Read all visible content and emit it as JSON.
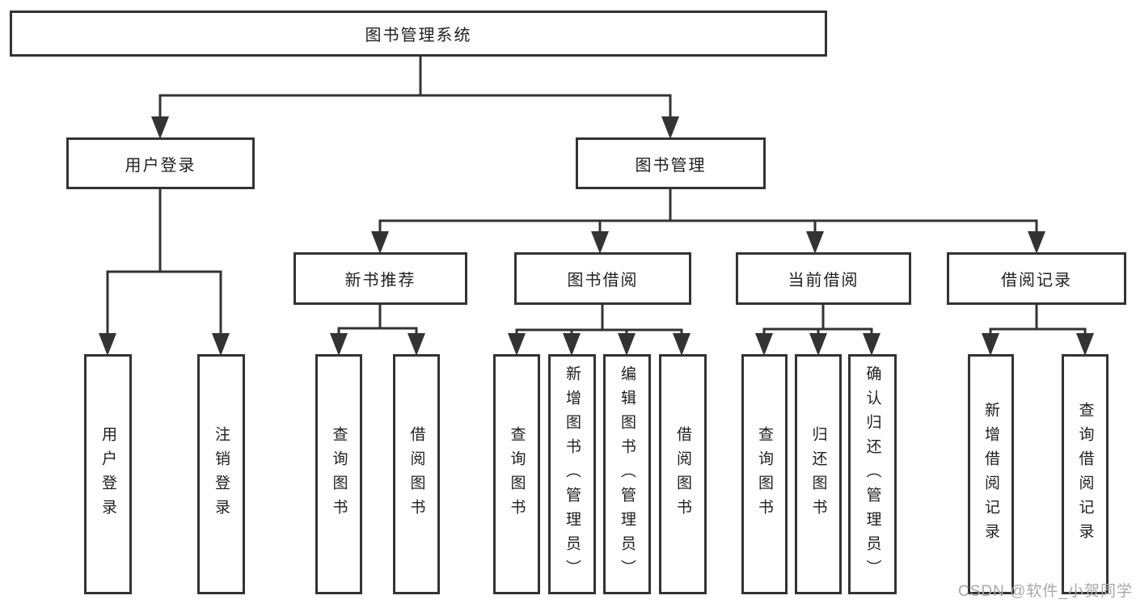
{
  "diagram": {
    "root": {
      "label": "图书管理系统"
    },
    "children": [
      {
        "label": "用户登录",
        "leaves": [
          {
            "label": "用户登录"
          },
          {
            "label": "注销登录"
          }
        ]
      },
      {
        "label": "图书管理",
        "children": [
          {
            "label": "新书推荐",
            "leaves": [
              {
                "label": "查询图书"
              },
              {
                "label": "借阅图书"
              }
            ]
          },
          {
            "label": "图书借阅",
            "leaves": [
              {
                "label": "查询图书"
              },
              {
                "label": "新增图书（管理员）"
              },
              {
                "label": "编辑图书（管理员）"
              },
              {
                "label": "借阅图书"
              }
            ]
          },
          {
            "label": "当前借阅",
            "leaves": [
              {
                "label": "查询图书"
              },
              {
                "label": "归还图书"
              },
              {
                "label": "确认归还（管理员）"
              }
            ]
          },
          {
            "label": "借阅记录",
            "leaves": [
              {
                "label": "新增借阅记录"
              },
              {
                "label": "查询借阅记录"
              }
            ]
          }
        ]
      }
    ]
  },
  "watermark": {
    "text": "CSDN @软件_小贺同学",
    "color": "#a8a8a8"
  },
  "colors": {
    "line": "#333333",
    "box_border": "#333333",
    "text": "#1f1f1f",
    "background": "#ffffff"
  }
}
